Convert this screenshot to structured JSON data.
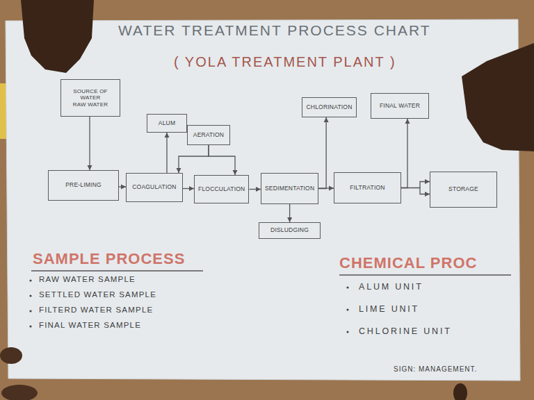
{
  "diagram": {
    "title": "WATER TREATMENT PROCESS CHART",
    "nodes": [
      {
        "text": [
          "SOURCE OF WATER",
          "RAW WATER"
        ]
      },
      {
        "text": [
          "ALUM"
        ]
      },
      {
        "text": [
          "AERATION"
        ]
      },
      {
        "text": [
          "PRE-LIMING"
        ]
      },
      {
        "text": [
          "COAGULATION"
        ]
      },
      {
        "text": [
          "FLOCCULATION"
        ]
      },
      {
        "text": [
          "SEDIMENTATION"
        ]
      },
      {
        "text": [
          "DISLUDGING"
        ]
      },
      {
        "text": [
          "CHLORINATION"
        ]
      },
      {
        "text": [
          "FILTRATION"
        ]
      },
      {
        "text": [
          "FINAL WATER"
        ]
      },
      {
        "text": [
          "STORAGE"
        ]
      }
    ],
    "edges": [
      {
        "from": 0,
        "to": 3,
        "arrow": "to"
      },
      {
        "from": 3,
        "to": 4,
        "arrow": "to"
      },
      {
        "from": 4,
        "to": 1,
        "arrow": "to"
      },
      {
        "from": 2,
        "to": 4,
        "arrow": "to"
      },
      {
        "from": 2,
        "to": 5,
        "arrow": "to"
      },
      {
        "from": 4,
        "to": 5,
        "arrow": "to"
      },
      {
        "from": 5,
        "to": 6,
        "arrow": "to"
      },
      {
        "from": 6,
        "to": 7,
        "arrow": "to"
      },
      {
        "from": 6,
        "to": 9,
        "arrow": "to"
      },
      {
        "from": 6,
        "to": 8,
        "arrow": "to"
      },
      {
        "from": 9,
        "to": 10,
        "arrow": "to"
      },
      {
        "from": 9,
        "to": 11,
        "arrow": "to"
      }
    ],
    "labels": [
      "( YOLA TREATMENT PLANT )",
      "SAMPLE PROCESS",
      "RAW WATER SAMPLE",
      "SETTLED WATER SAMPLE",
      "FILTERD WATER SAMPLE",
      "FINAL WATER SAMPLE",
      "CHEMICAL PROC",
      "ALUM UNIT",
      "LIME UNIT",
      "CHLORINE UNIT",
      "SIGN: MANAGEMENT."
    ]
  }
}
